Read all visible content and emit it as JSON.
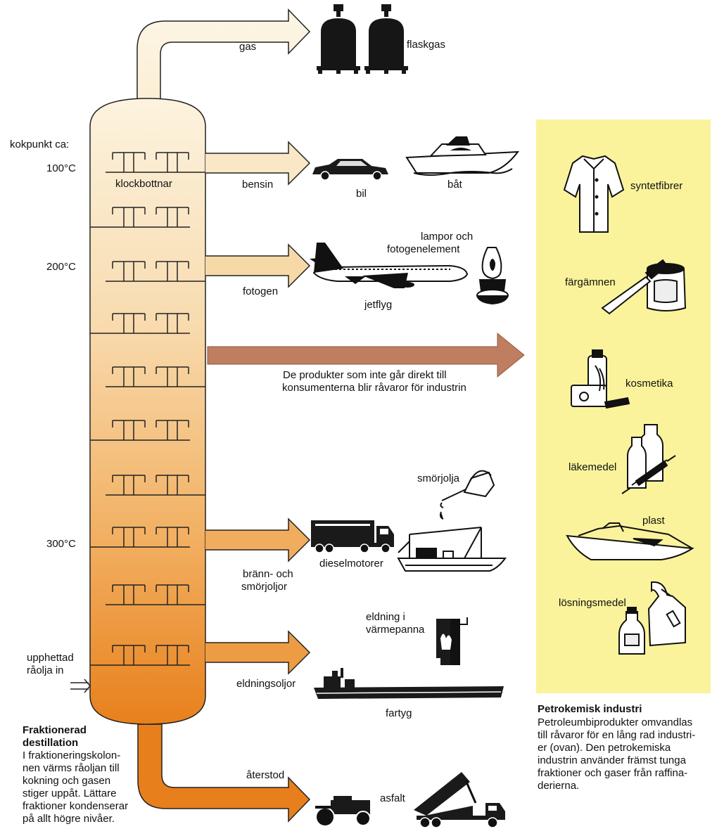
{
  "column": {
    "boiling_header": "kokpunkt ca:",
    "temperatures": [
      "100°C",
      "200°C",
      "300°C"
    ],
    "trays_label": "klockbottnar",
    "input_label_line1": "upphettad",
    "input_label_line2": "råolja in"
  },
  "fractions": {
    "gas": "gas",
    "bensin": "bensin",
    "fotogen": "fotogen",
    "brann_line1": "bränn- och",
    "brann_line2": "smörjoljor",
    "eldningsoljor": "eldningsoljor",
    "aterstod": "återstod"
  },
  "products": {
    "flaskgas": "flaskgas",
    "bil": "bil",
    "bat": "båt",
    "lampor_line1": "lampor och",
    "lampor_line2": "fotogenelement",
    "jetflyg": "jetflyg",
    "smorjolja": "smörjolja",
    "dieselmotorer": "dieselmotorer",
    "eldning_line1": "eldning i",
    "eldning_line2": "värmepanna",
    "fartyg": "fartyg",
    "asfalt": "asfalt"
  },
  "middle_arrow": {
    "line1": "De produkter som inte går direkt till",
    "line2": "konsumenterna blir råvaror för industrin"
  },
  "industry_items": [
    "syntetfibrer",
    "färgämnen",
    "kosmetika",
    "läkemedel",
    "plast",
    "lösningsmedel"
  ],
  "petrochem": {
    "title": "Petrokemisk industri",
    "lines": [
      "Petroleumbiprodukter omvandlas",
      "till råvaror för en lång rad industri-",
      "er (ovan). Den petrokemiska",
      "industrin använder främst tunga",
      "fraktioner och gaser från raffina-",
      "derierna."
    ]
  },
  "distillation": {
    "title_line1": "Fraktionerad",
    "title_line2": "destillation",
    "lines": [
      "I fraktioneringskolon-",
      "nen värms råoljan till",
      "kokning och gasen",
      "stiger uppåt. Lättare",
      "fraktioner kondenserar",
      "på allt högre nivåer."
    ]
  },
  "colors": {
    "column_top": "#fcf2dc",
    "column_bottom": "#e9821e",
    "middle_arrow": "#bf7e60",
    "panel": "#fbf39b"
  }
}
